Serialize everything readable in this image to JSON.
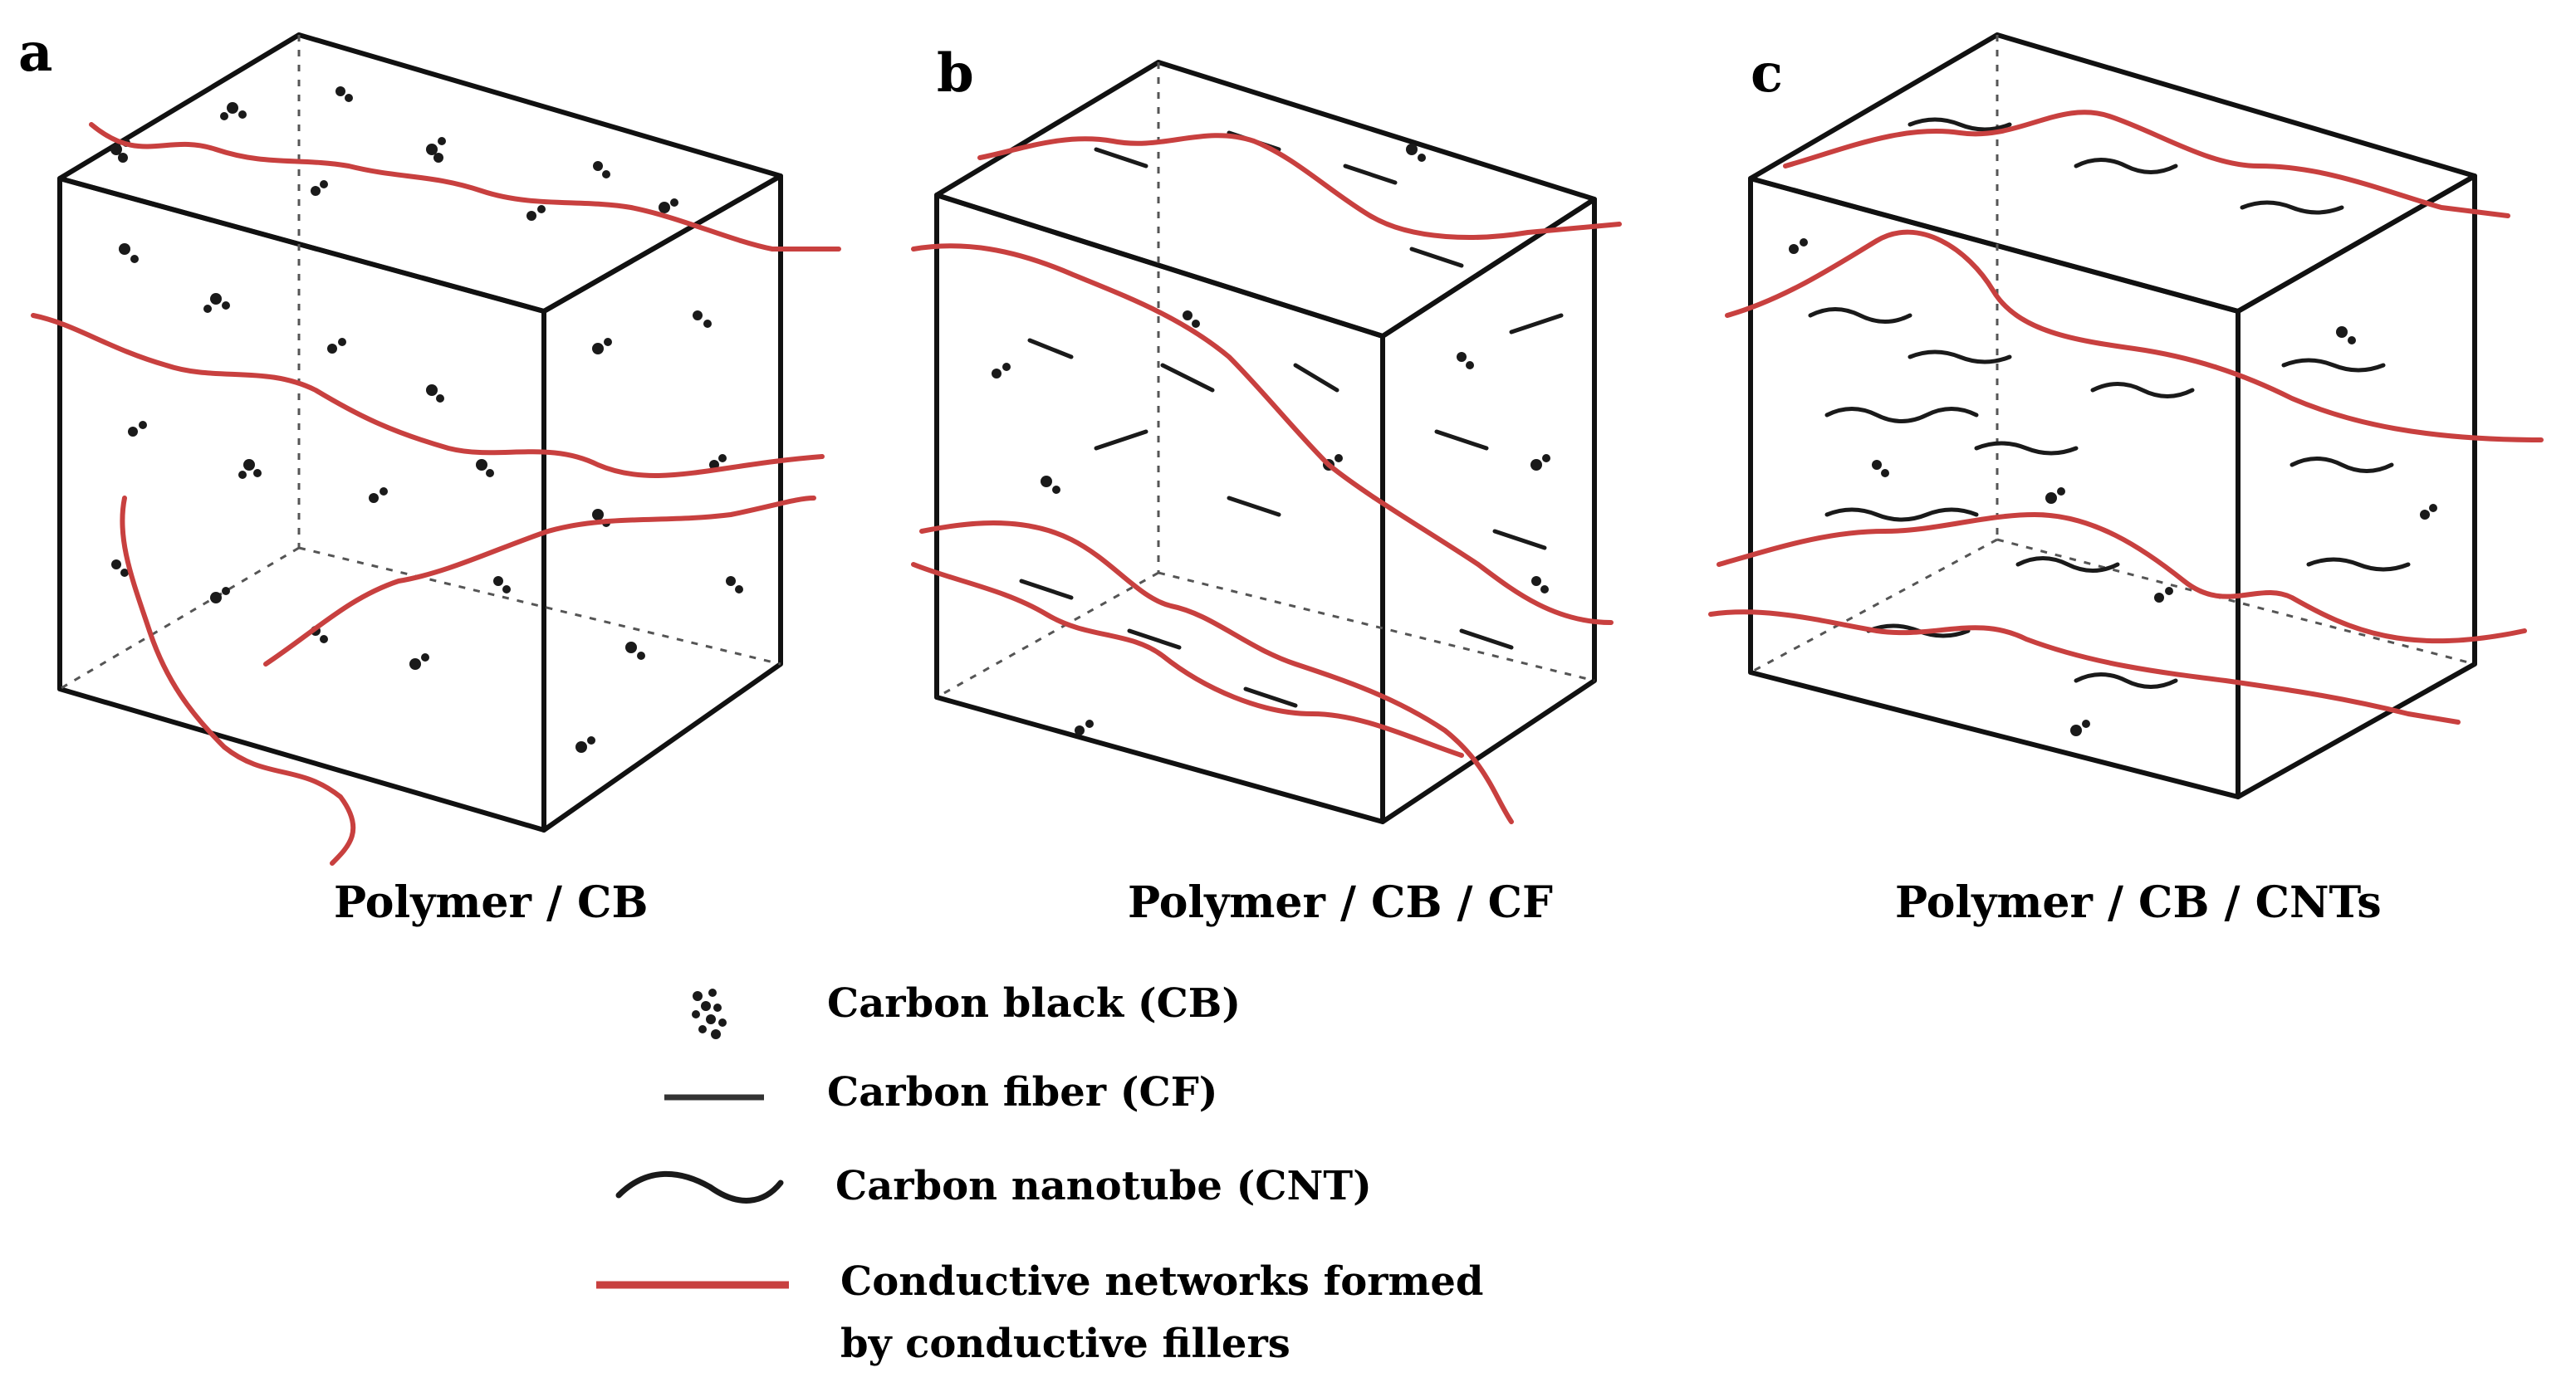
{
  "panels": [
    {
      "letter": "a",
      "caption": "Polymer / CB"
    },
    {
      "letter": "b",
      "caption": "Polymer / CB / CF"
    },
    {
      "letter": "c",
      "caption": "Polymer / CB / CNTs"
    }
  ],
  "legend": {
    "carbon_black": "Carbon black (CB)",
    "carbon_fiber": "Carbon fiber (CF)",
    "carbon_nanotube": "Carbon nanotube (CNT)",
    "network_line1": "Conductive networks formed",
    "network_line2": "by conductive fillers"
  },
  "colors": {
    "network": "#c8403f",
    "filler": "#1a1a1a",
    "edge": "#111111"
  }
}
